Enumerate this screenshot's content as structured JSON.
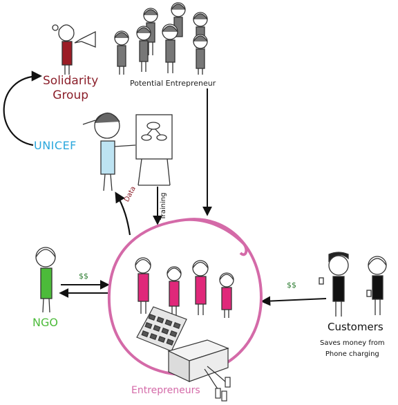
{
  "labels": {
    "solidarity_group": "Solidarity\nGroup",
    "potential_entrepreneur": "Potential Entrepreneur",
    "unicef": "UNICEF",
    "data": "Data",
    "training": "Training",
    "ngo": "NGO",
    "ngo_money": "$$",
    "customers": "Customers",
    "customers_sub": "Saves money from\nPhone charging",
    "customers_money": "$$",
    "entrepreneurs": "Entrepreneurs"
  },
  "colors": {
    "solidarity": "#8b1f2a",
    "unicef": "#2aa7dc",
    "ngo": "#4cbb3a",
    "entrepreneurs_circle": "#d46aa8",
    "entrepreneur_shirt": "#e0287a",
    "money": "#2e7d32",
    "arrows": "#111111"
  }
}
